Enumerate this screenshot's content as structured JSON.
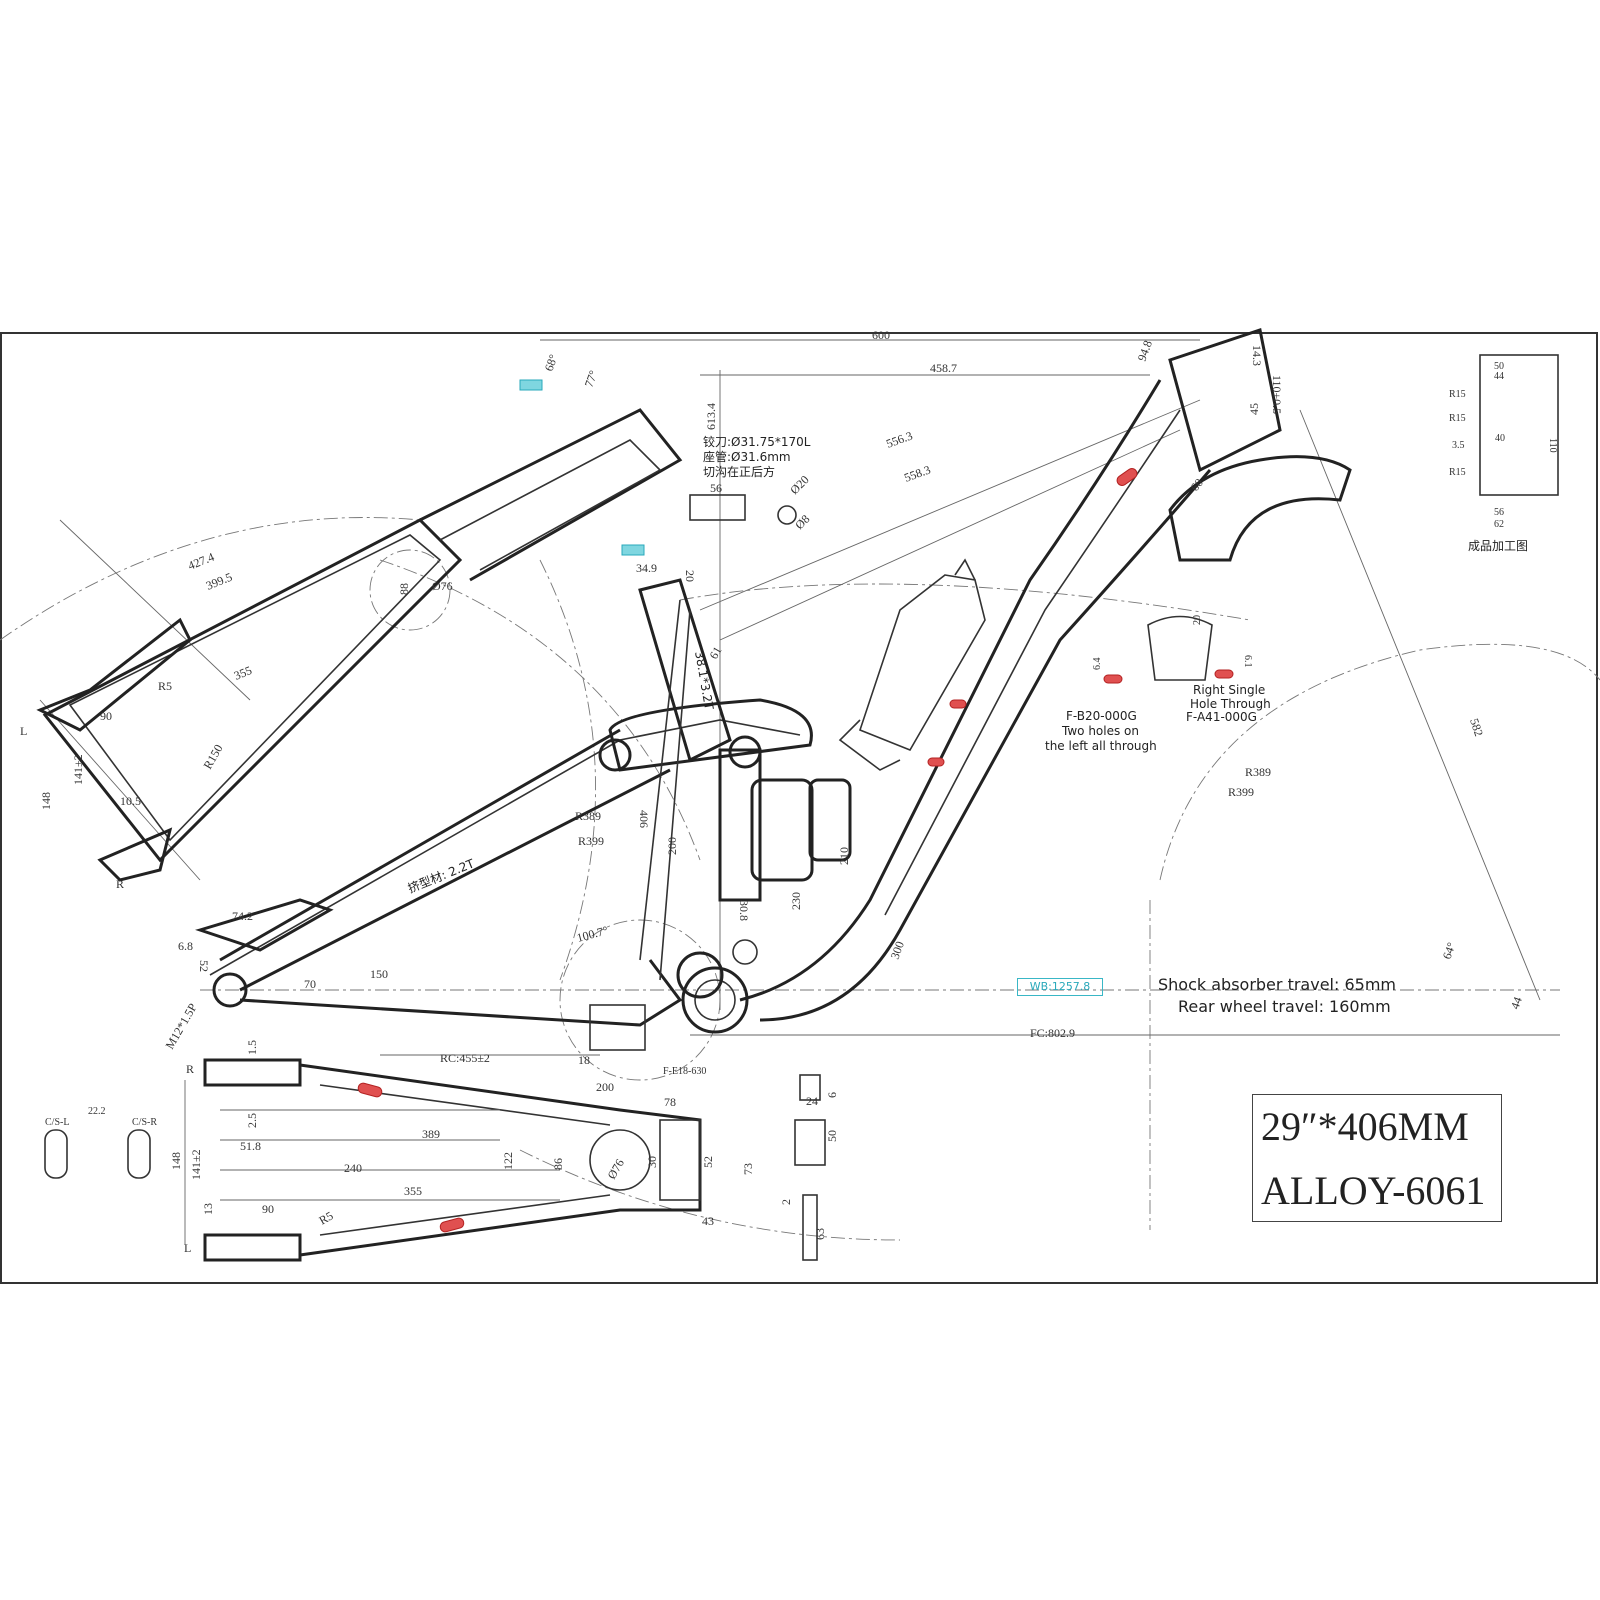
{
  "title_block": {
    "wheel_size": "29″*406MM",
    "material": "ALLOY-6061"
  },
  "notes": {
    "shock_travel": "Shock absorber travel: 65mm",
    "rear_travel": "Rear wheel travel: 160mm",
    "wheelbase": "WB:1257.8",
    "left_insert_code": "F-B20-000G",
    "left_insert_desc_1": "Two holes on",
    "left_insert_desc_2": "the left all through",
    "right_insert_desc_1": "Right Single",
    "right_insert_desc_2": "Hole Through",
    "right_insert_code": "F-A41-000G",
    "reamer": "铰刀:Ø31.75*170L",
    "seat_tube": "座管:Ø31.6mm",
    "slot_note": "切沟在正后方",
    "extrusion": "挤型材: 2.2T",
    "finish_drawing": "成品加工图",
    "tube_spec": "38.1*3.2T",
    "bb_code": "F-E18-630"
  },
  "dimensions": {
    "top_600": "600",
    "top_458": "458.7",
    "st_613": "613.4",
    "d556": "556.3",
    "d558": "558.3",
    "d94": "94.8",
    "d110": "110±0.5",
    "d14": "14.3",
    "d45": "45",
    "d60": "60",
    "d582": "582",
    "d427": "427.4",
    "d399": "399.5",
    "d355": "355",
    "d90": "90",
    "r5": "R5",
    "r150": "R150",
    "d76": "Ø76",
    "d88": "88",
    "d141": "141±2",
    "d148": "148",
    "d105": "10.5",
    "r389": "R389",
    "r399": "R399",
    "d406": "406",
    "d200": "200",
    "d230": "230",
    "d210": "210",
    "d300": "300",
    "d308": "30.8",
    "d100": "100.7°",
    "d74": "74.2",
    "d68": "6.8",
    "d150": "150",
    "d70": "70",
    "d52": "52",
    "m12": "M12*1.5P",
    "rc": "RC:455±2",
    "d18": "18",
    "fc": "FC:802.9",
    "d64": "64°",
    "d44": "44",
    "d56": "56",
    "d20": "Ø20",
    "d8": "Ø8",
    "d349": "34.9",
    "d20b": "20",
    "d61": "61",
    "d15": "1.5",
    "d25": "2.5",
    "d389": "389",
    "d518": "51.8",
    "d240": "240",
    "d122": "122",
    "d86": "86",
    "d30": "30",
    "d78": "78",
    "d52b": "52",
    "d73": "73",
    "d43": "43",
    "d13": "13",
    "d222": "22.2",
    "d50": "50",
    "d24": "24",
    "d63": "63",
    "d6": "6",
    "d2": "2",
    "d64b": "6.4",
    "d61b": "6.1",
    "d20c": "20",
    "d50b": "50",
    "d44b": "44",
    "d110b": "110",
    "d40": "40",
    "d62": "62",
    "d56b": "56",
    "r15": "R15",
    "d35": "3.5",
    "d77": "77°",
    "d68b": "68°",
    "lbl_l": "L",
    "lbl_r": "R",
    "cs_l": "C/S-L",
    "cs_r": "C/S-R"
  }
}
